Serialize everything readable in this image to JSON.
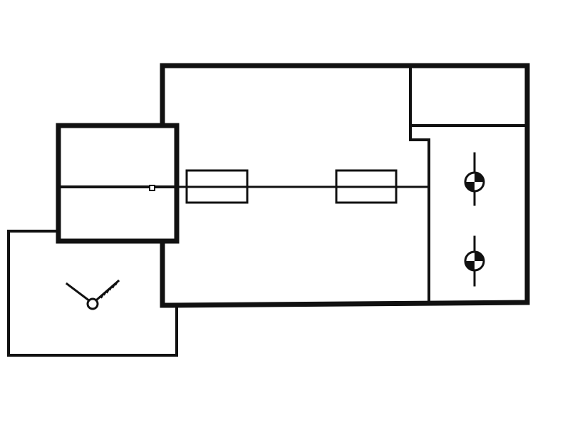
{
  "diagram": {
    "kind": "floor-plan",
    "line_color": "#111111",
    "background_color": "#ffffff",
    "zones": [
      {
        "name": "main-room"
      },
      {
        "name": "top-right-room"
      },
      {
        "name": "right-room"
      },
      {
        "name": "left-upper-room"
      },
      {
        "name": "left-lower-room"
      },
      {
        "name": "bottom-left-room"
      }
    ],
    "fixtures": [
      {
        "name": "beam-clamp",
        "count": 2
      },
      {
        "name": "rotary-valve",
        "count": 2
      },
      {
        "name": "lever-dial",
        "count": 1
      }
    ],
    "labels": []
  }
}
